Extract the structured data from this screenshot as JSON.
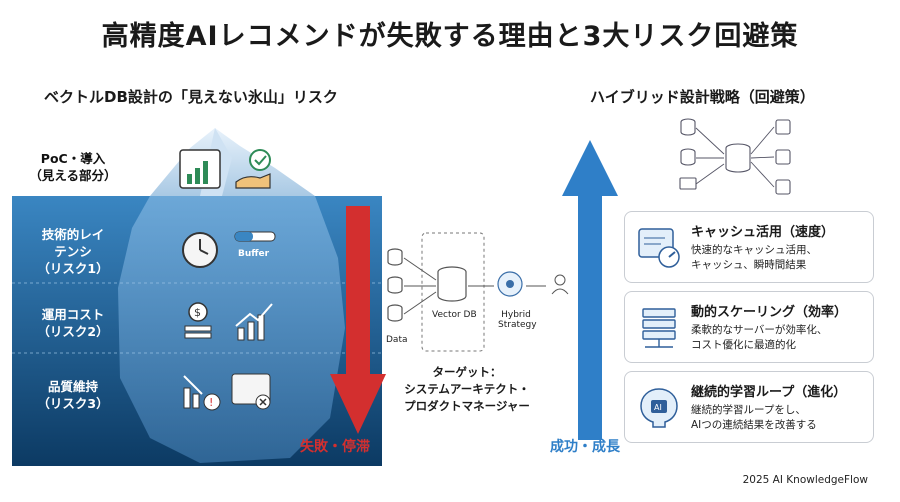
{
  "title": "高精度AIレコメンドが失敗する理由と3大リスク回避策",
  "left": {
    "heading": "ベクトルDB設計の「見えない氷山」リスク",
    "layers": [
      {
        "line1": "PoC・導入",
        "line2": "（見える部分）"
      },
      {
        "line1": "技術的レイ",
        "line2": "テンシ",
        "line3": "（リスク1）",
        "extra": "Buffer"
      },
      {
        "line1": "運用コスト",
        "line2": "（リスク2）"
      },
      {
        "line1": "品質維持",
        "line2": "（リスク3）"
      }
    ],
    "down_label": "失敗・停滞"
  },
  "middle": {
    "data_label": "Data",
    "db_label": "Vector DB",
    "hybrid_label_1": "Hybrid",
    "hybrid_label_2": "Strategy",
    "target_1": "ターゲット：",
    "target_2": "システムアーキテクト・",
    "target_3": "プロダクトマネージャー"
  },
  "right": {
    "heading": "ハイブリッド設計戦略（回避策）",
    "up_label": "成功・成長",
    "cards": [
      {
        "title": "キャッシュ活用（速度）",
        "line1": "快速的なキャッシュ活用、",
        "line2": "キャッシュ、瞬時間結果",
        "icon": "cache-speed-icon"
      },
      {
        "title": "動的スケーリング（効率）",
        "line1": "柔軟的なサーバーが効率化、",
        "line2": "コスト優化に最適的化",
        "icon": "server-scaling-icon"
      },
      {
        "title": "継続的学習ループ（進化）",
        "line1": "継続的学習ループをし、",
        "line2": "AIつの連続結果を改善する",
        "icon": "ai-brain-icon"
      }
    ]
  },
  "footer": "2025 AI KnowledgeFlow",
  "colors": {
    "red": "#d32f2f",
    "blue": "#2f7fc8",
    "water_top": "#2a78b5",
    "water_bottom": "#0d3f6b"
  }
}
